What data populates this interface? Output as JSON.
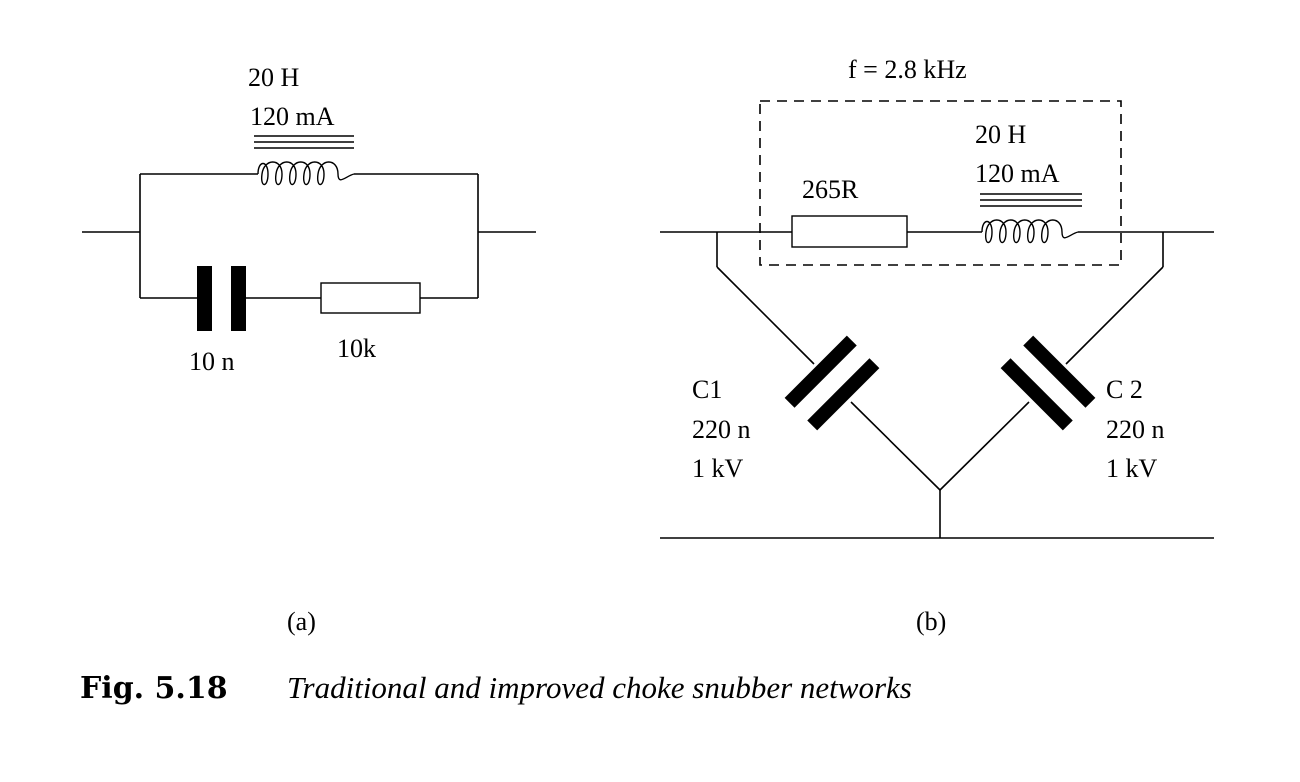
{
  "circuit_a": {
    "inductor_value": "20 H",
    "inductor_current": "120 mA",
    "capacitor_value": "10 n",
    "resistor_value": "10k",
    "sub_label": "(a)"
  },
  "circuit_b": {
    "frequency": "f = 2.8 kHz",
    "resistor_value": "265R",
    "inductor_value": "20 H",
    "inductor_current": "120 mA",
    "c1_name": "C1",
    "c1_value": "220 n",
    "c1_voltage": "1 kV",
    "c2_name": "C 2",
    "c2_value": "220 n",
    "c2_voltage": "1 kV",
    "sub_label": "(b)"
  },
  "caption": {
    "number": "Fig. 5.18",
    "text": "Traditional and improved choke snubber networks"
  }
}
